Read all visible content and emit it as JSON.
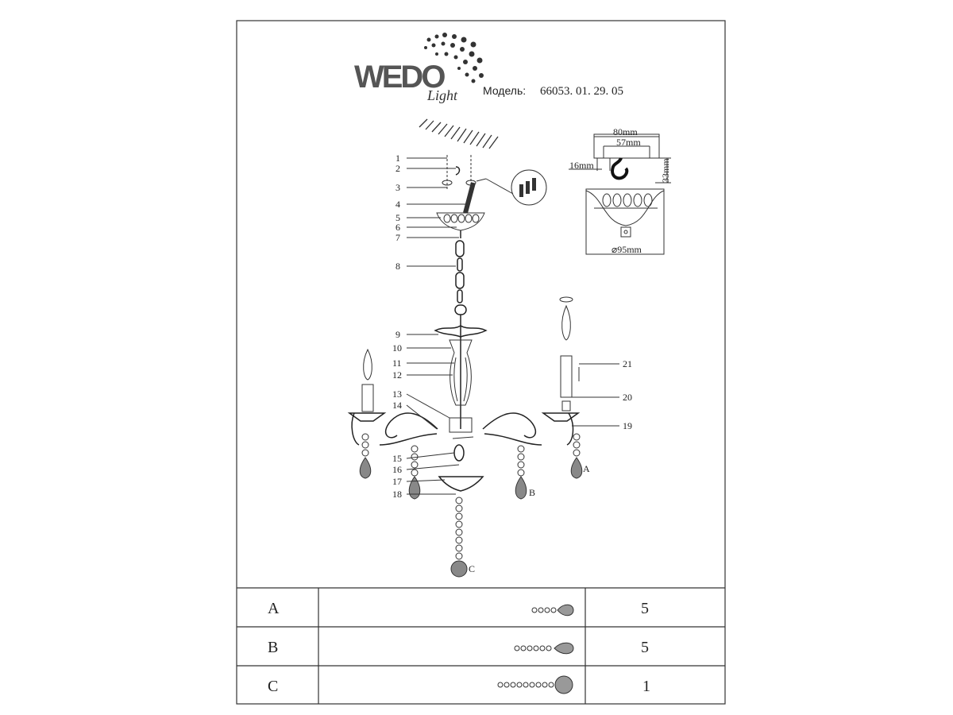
{
  "brand": {
    "logo_main": "WEDO",
    "logo_sub": "Light"
  },
  "model": {
    "label": "Модель:",
    "number": "66053. 01. 29. 05"
  },
  "dimensions": {
    "width_outer": "80mm",
    "width_inner": "57mm",
    "offset": "16mm",
    "height": "33mm",
    "diameter": "⌀95mm"
  },
  "part_labels": {
    "left": [
      "1",
      "2",
      "3",
      "4",
      "5",
      "6",
      "7",
      "8",
      "9",
      "10",
      "11",
      "12",
      "13",
      "14",
      "15",
      "16",
      "17",
      "18"
    ],
    "right": [
      "21",
      "20",
      "19"
    ],
    "letters": [
      "A",
      "B",
      "C"
    ]
  },
  "parts_table": {
    "rows": [
      {
        "letter": "A",
        "quantity": "5"
      },
      {
        "letter": "B",
        "quantity": "5"
      },
      {
        "letter": "C",
        "quantity": "1"
      }
    ]
  }
}
